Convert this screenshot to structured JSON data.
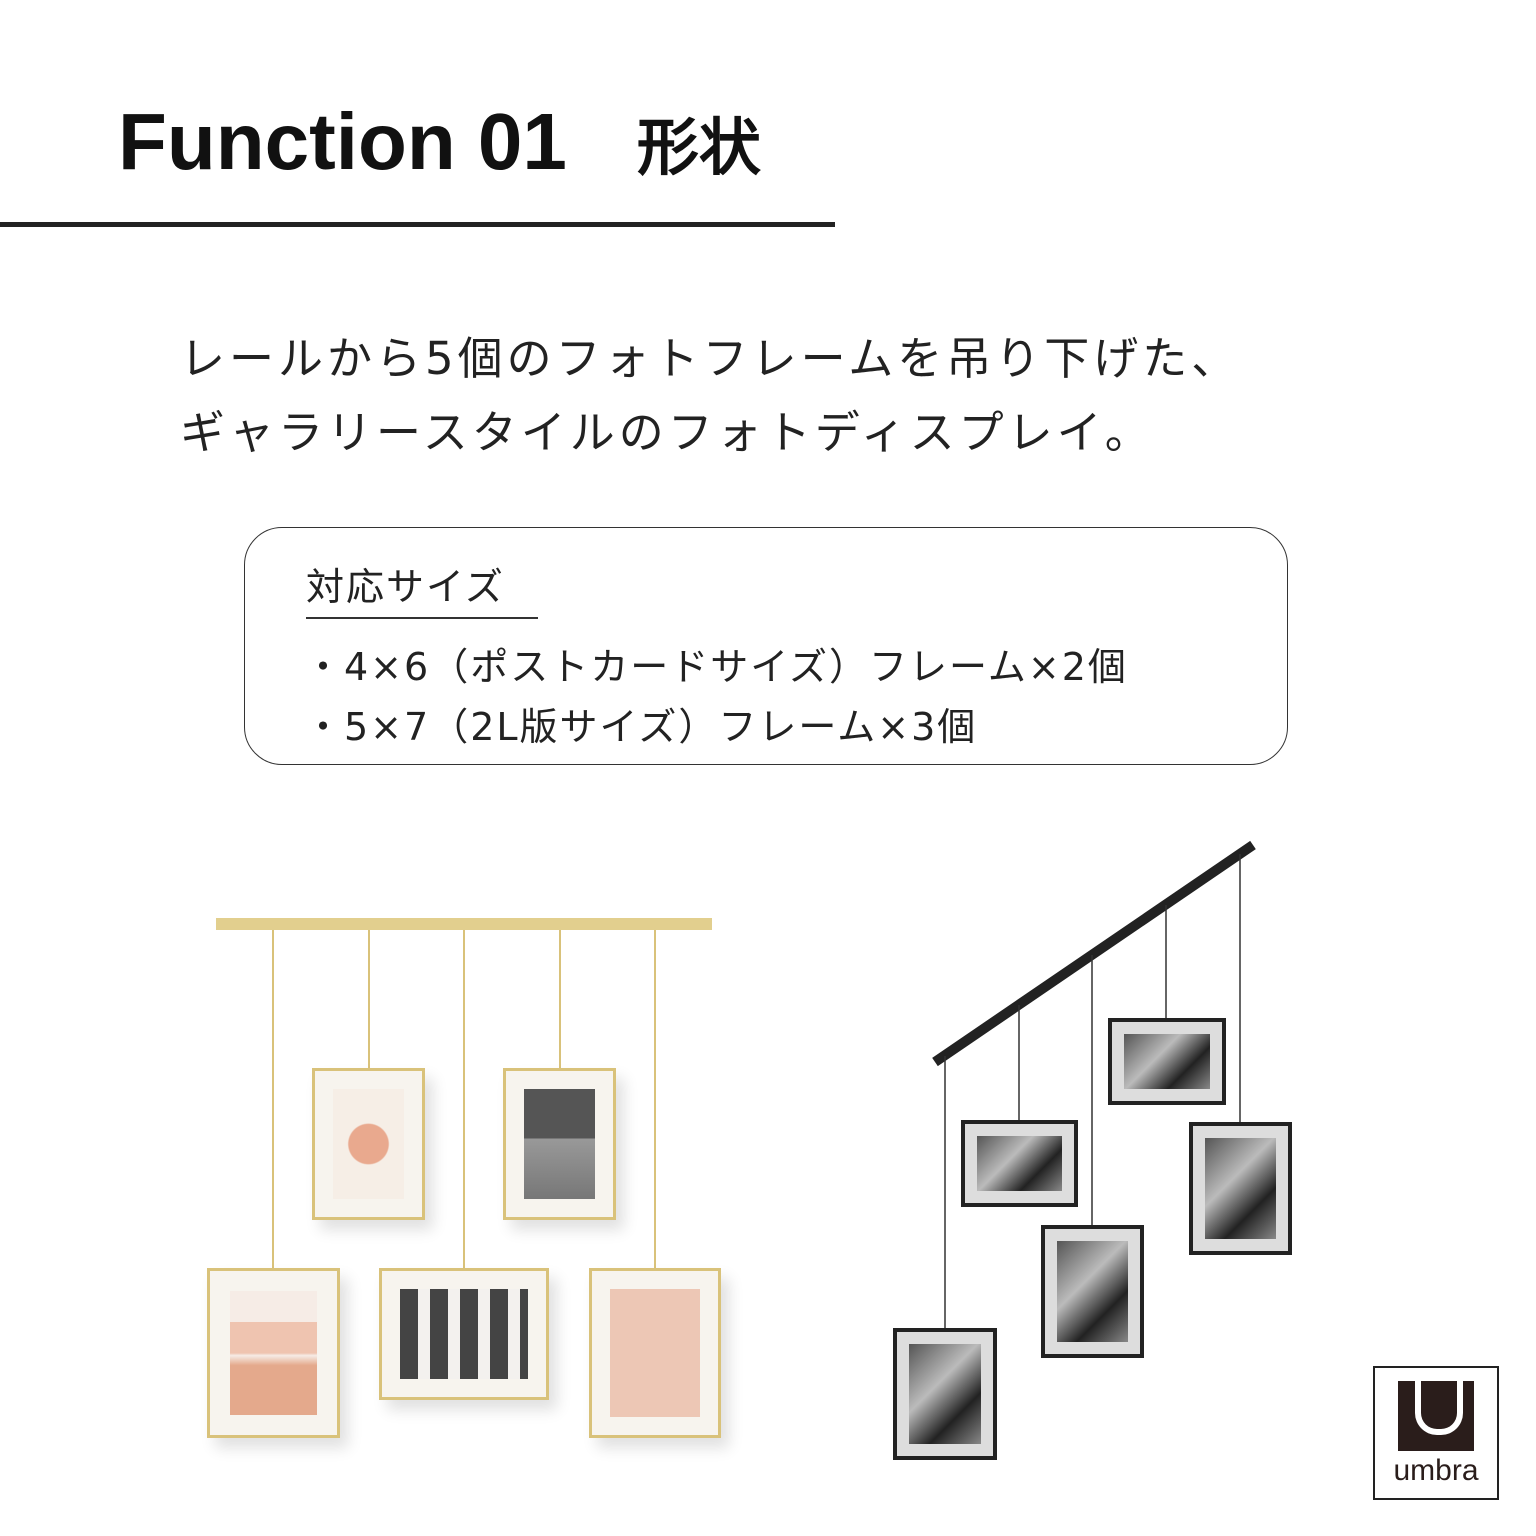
{
  "header": {
    "title": "Function 01",
    "title_jp": "形状"
  },
  "lead": [
    "レールから5個のフォトフレームを吊り下げた、",
    "ギャラリースタイルのフォトディスプレイ。"
  ],
  "sizes": {
    "heading": "対応サイズ",
    "items": [
      "・4×6（ポストカードサイズ）フレーム×2個",
      "・5×7（2L版サイズ）フレーム×3個"
    ]
  },
  "logo": {
    "text": "umbra"
  },
  "colors": {
    "gold": "#d9c27a",
    "black_rail": "#222222",
    "brand": "#2a1d1b"
  }
}
